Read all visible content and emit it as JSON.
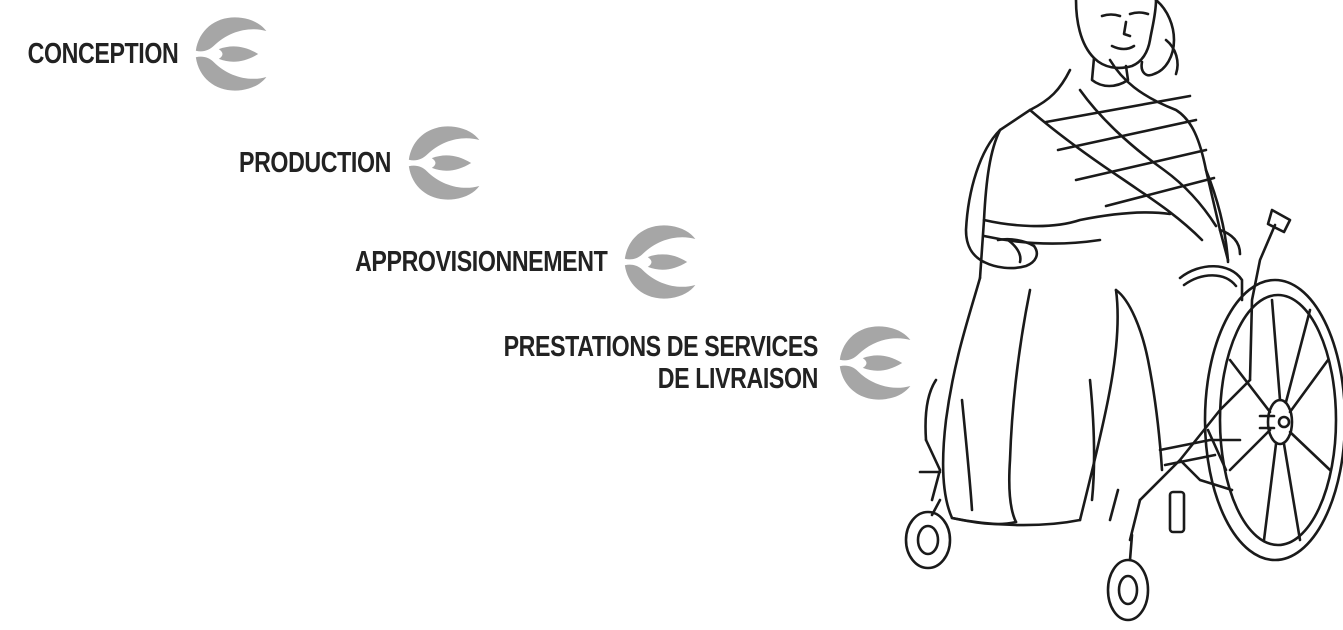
{
  "steps": [
    {
      "label": "CONCEPTION",
      "icon": "chevron-arrow-icon"
    },
    {
      "label": "PRODUCTION",
      "icon": "chevron-arrow-icon"
    },
    {
      "label": "APPROVISIONNEMENT",
      "icon": "chevron-arrow-icon"
    },
    {
      "label_line1": "PRESTATIONS DE SERVICES",
      "label_line2": "DE LIVRAISON",
      "icon": "chevron-arrow-icon"
    }
  ],
  "colors": {
    "text": "#222222",
    "icon": "#a6a6a6",
    "line": "#1a1a1a"
  },
  "illustration": {
    "subject": "woman-in-wheelchair-illustration"
  }
}
